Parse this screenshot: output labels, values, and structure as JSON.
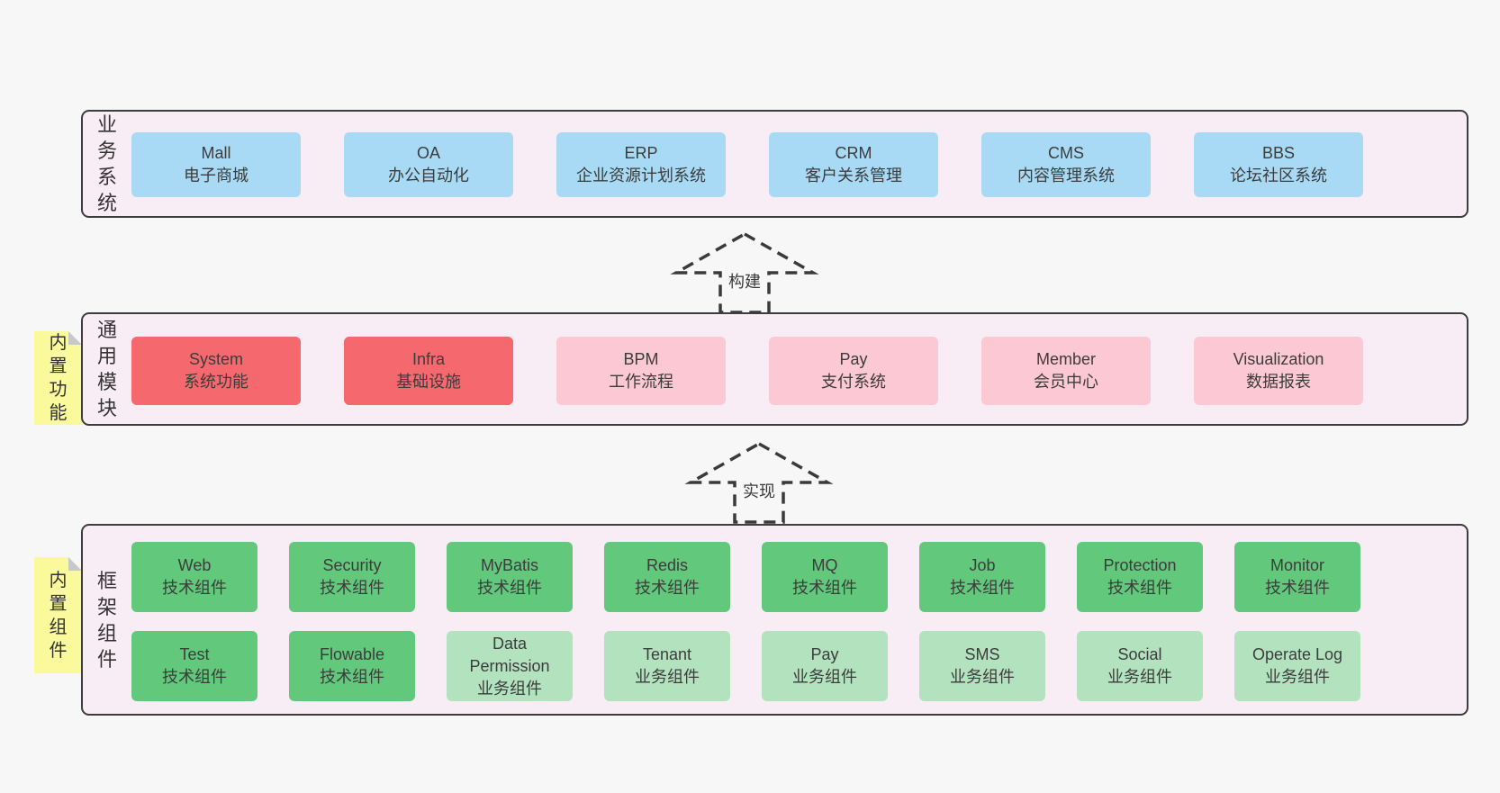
{
  "palette": {
    "background": "#f7f7f7",
    "panel_fill": "#f8edf5",
    "panel_border": "#3d3d3d",
    "blue_box": "#a8daf5",
    "red_box": "#f5696e",
    "pink_box": "#fbc8d3",
    "green_box": "#62c87b",
    "light_green_box": "#b3e2bf",
    "sticky_note": "#fafa9d",
    "fold_corner": "#c8c8c8",
    "text": "#3c3c3c"
  },
  "business": {
    "label": "业务系统",
    "boxes": [
      {
        "name": "Mall",
        "desc": "电子商城"
      },
      {
        "name": "OA",
        "desc": "办公自动化"
      },
      {
        "name": "ERP",
        "desc": "企业资源计划系统"
      },
      {
        "name": "CRM",
        "desc": "客户关系管理"
      },
      {
        "name": "CMS",
        "desc": "内容管理系统"
      },
      {
        "name": "BBS",
        "desc": "论坛社区系统"
      }
    ]
  },
  "arrows": {
    "build": {
      "label": "构建"
    },
    "implement": {
      "label": "实现"
    }
  },
  "modules": {
    "label": "通用模块",
    "tab": "内置功能",
    "boxes": [
      {
        "name": "System",
        "desc": "系统功能"
      },
      {
        "name": "Infra",
        "desc": "基础设施"
      },
      {
        "name": "BPM",
        "desc": "工作流程"
      },
      {
        "name": "Pay",
        "desc": "支付系统"
      },
      {
        "name": "Member",
        "desc": "会员中心"
      },
      {
        "name": "Visualization",
        "desc": "数据报表"
      }
    ]
  },
  "components": {
    "label": "框架组件",
    "tab": "内置组件",
    "row1": [
      {
        "name": "Web",
        "desc": "技术组件"
      },
      {
        "name": "Security",
        "desc": "技术组件"
      },
      {
        "name": "MyBatis",
        "desc": "技术组件"
      },
      {
        "name": "Redis",
        "desc": "技术组件"
      },
      {
        "name": "MQ",
        "desc": "技术组件"
      },
      {
        "name": "Job",
        "desc": "技术组件"
      },
      {
        "name": "Protection",
        "desc": "技术组件"
      },
      {
        "name": "Monitor",
        "desc": "技术组件"
      }
    ],
    "row2": [
      {
        "name": "Test",
        "desc": "技术组件"
      },
      {
        "name": "Flowable",
        "desc": "技术组件"
      },
      {
        "name": "Data Permission",
        "desc": "业务组件"
      },
      {
        "name": "Tenant",
        "desc": "业务组件"
      },
      {
        "name": "Pay",
        "desc": "业务组件"
      },
      {
        "name": "SMS",
        "desc": "业务组件"
      },
      {
        "name": "Social",
        "desc": "业务组件"
      },
      {
        "name": "Operate Log",
        "desc": "业务组件"
      }
    ]
  }
}
